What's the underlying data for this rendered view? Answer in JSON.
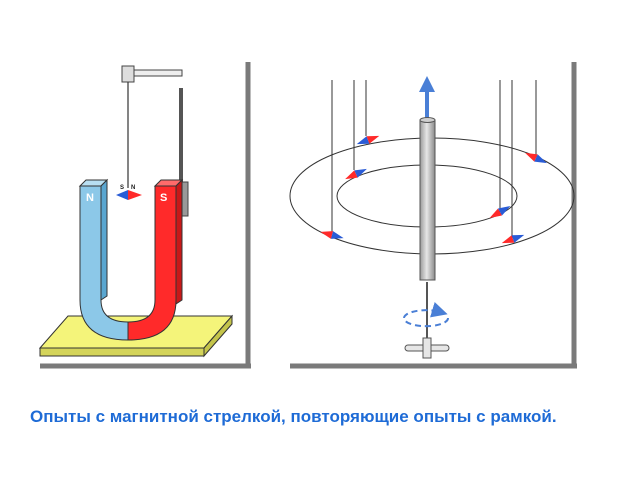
{
  "left_setup": {
    "magnet": {
      "north_label": "N",
      "south_label": "S",
      "north_color": "#8cc8e8",
      "south_color": "#ff2a2a"
    },
    "needle": {
      "left_letter": "S",
      "right_letter": "N"
    },
    "base_color": "#f4f47a"
  },
  "right_setup": {
    "current_arrow_color": "#4a7fd6",
    "conductor": "vertical-rod",
    "needle_count": 6,
    "rotation_icon": "rotate-arrow-icon"
  },
  "caption": "Опыты с магнитной стрелкой, повторяющие опыты с рамкой."
}
